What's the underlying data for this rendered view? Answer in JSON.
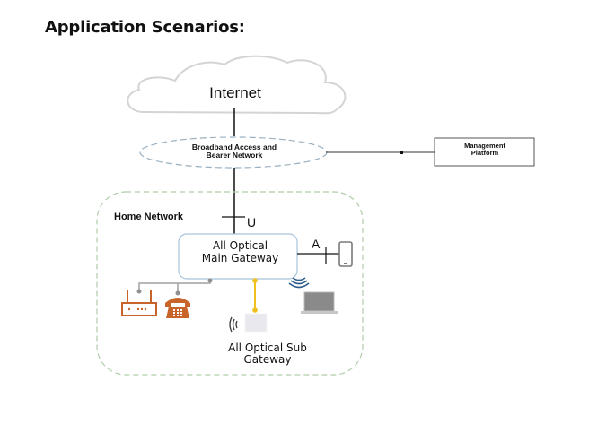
{
  "title": "Application Scenarios:",
  "diagram": {
    "internet": {
      "label": "Internet"
    },
    "bearer_network": {
      "line1": "Broadband   Access and",
      "line2": "Bearer Network"
    },
    "management_platform": {
      "line1": "Management",
      "line2": "Platform"
    },
    "home_network": {
      "label": "Home Network"
    },
    "interfaces": {
      "u": "U",
      "a": "A"
    },
    "main_gateway": {
      "line1": "All Optical",
      "line2": "Main Gateway"
    },
    "sub_gateway": {
      "line1": "All Optical Sub",
      "line2": "Gateway"
    },
    "devices": [
      "router",
      "telephone",
      "smartphone",
      "laptop",
      "wifi-signal"
    ],
    "colors": {
      "fiber_link": "#f0c020",
      "copper_link": "#a0a0a0",
      "device_orange": "#c8642a",
      "wifi_blue": "#2f5d8c",
      "home_border": "#a8c8a0",
      "bearer_border": "#9ab0c0",
      "gateway_border": "#a8c4dc"
    }
  }
}
